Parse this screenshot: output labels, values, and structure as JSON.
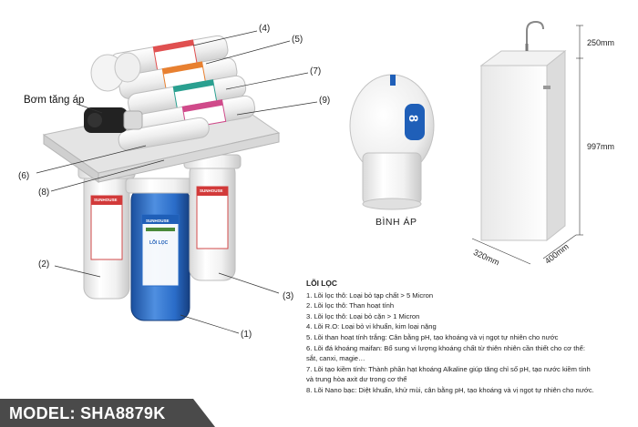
{
  "callouts": {
    "c1": "(1)",
    "c2": "(2)",
    "c3": "(3)",
    "c4": "(4)",
    "c5": "(5)",
    "c6": "(6)",
    "c7": "(7)",
    "c8": "(8)",
    "c9": "(9)"
  },
  "pump_label": "Bơm tăng áp",
  "tank_label": "BÌNH ÁP",
  "dimensions": {
    "top_height": "250mm",
    "body_height": "997mm",
    "width": "320mm",
    "depth": "400mm"
  },
  "filter_labels": {
    "brand": "SUNHOUSE",
    "cartridge_text": "LÕI LỌC",
    "tank_number": "8"
  },
  "spec": {
    "title": "LÕI LỌC",
    "lines": [
      "1. Lõi lọc thô: Loại bỏ tạp chất > 5 Micron",
      "2. Lõi lọc thô: Than hoạt tính",
      "3. Lõi lọc thô: Loại bỏ cặn > 1 Micron",
      "4. Lõi R.O: Loại bỏ vi khuẩn, kim loại nặng",
      "5. Lõi than hoạt tính trắng: Cân bằng pH, tạo khoáng và vị ngọt tự nhiên cho nước",
      "6. Lõi đá khoáng maifan: Bổ sung vi lượng khoáng chất từ thiên nhiên cần thiết cho cơ thể:",
      "sắt, canxi, magie…",
      "7. Lõi tạo kiềm tính: Thành phần hạt khoáng Alkaline giúp tăng chỉ số pH, tạo nước kiềm tính",
      "và trung hòa axit dư trong cơ thể",
      "8. Lõi Nano bạc: Diệt khuẩn, khử mùi, cân bằng pH, tạo khoáng và vị ngọt tự nhiên cho nước."
    ]
  },
  "model": "MODEL: SHA8879K",
  "colors": {
    "filter_blue": "#1f5fb8",
    "housing_white": "#f2f2f2",
    "pump_black": "#222222",
    "banner_gray": "#4a4a4a"
  }
}
